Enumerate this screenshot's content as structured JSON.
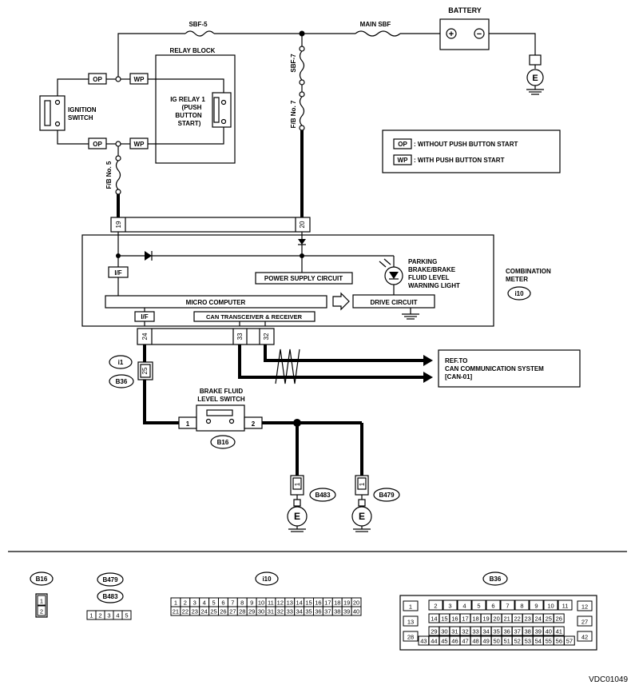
{
  "fuses": {
    "sbf5": "SBF-5",
    "main_sbf": "MAIN SBF",
    "sbf7": "SBF-7",
    "fb7": "F/B No. 7",
    "fb5": "F/B No. 5"
  },
  "battery": {
    "label": "BATTERY",
    "plus": "+",
    "minus": "−"
  },
  "relay_block": {
    "title": "RELAY BLOCK",
    "relay_lines": [
      "IG RELAY 1",
      "(PUSH",
      "BUTTON",
      "START)"
    ]
  },
  "ignition": {
    "lines": [
      "IGNITION",
      "SWITCH"
    ]
  },
  "tags": {
    "op": "OP",
    "wp": "WP",
    "if": "I/F",
    "e": "E"
  },
  "legend": {
    "op_text": ": WITHOUT PUSH BUTTON START",
    "wp_text": ": WITH PUSH BUTTON START"
  },
  "meter": {
    "power_supply": "POWER SUPPLY CIRCUIT",
    "micro_computer": "MICRO COMPUTER",
    "drive_circuit": "DRIVE CIRCUIT",
    "can": "CAN TRANSCEIVER & RECEIVER",
    "warning_lines": [
      "PARKING",
      "BRAKE/BRAKE",
      "FLUID LEVEL",
      "WARNING LIGHT"
    ],
    "name_lines": [
      "COMBINATION",
      "METER"
    ],
    "conn": "i10"
  },
  "pins": {
    "p19": "19",
    "p20": "20",
    "p24": "24",
    "p33": "33",
    "p32": "32",
    "p25": "25",
    "p1": "1",
    "p2": "2"
  },
  "connectors": {
    "i1": "i1",
    "b36": "B36",
    "b16": "B16",
    "b483": "B483",
    "b479": "B479",
    "i10": "i10"
  },
  "brake_switch": {
    "lines": [
      "BRAKE FLUID",
      "LEVEL SWITCH"
    ]
  },
  "ref": {
    "lines": [
      "REF.TO",
      "CAN COMMUNICATION SYSTEM",
      "[CAN-01]"
    ]
  },
  "diagram_code": "VDC01049",
  "pin_grids": {
    "b16": [
      "1",
      "2"
    ],
    "b479": [
      "1",
      "2",
      "3",
      "4",
      "5"
    ],
    "i10_top": [
      "1",
      "2",
      "3",
      "4",
      "5",
      "6",
      "7",
      "8",
      "9",
      "10",
      "11",
      "12",
      "13",
      "14",
      "15",
      "16",
      "17",
      "18",
      "19",
      "20"
    ],
    "i10_bottom": [
      "21",
      "22",
      "23",
      "24",
      "25",
      "26",
      "27",
      "28",
      "29",
      "30",
      "31",
      "32",
      "33",
      "34",
      "35",
      "36",
      "37",
      "38",
      "39",
      "40"
    ],
    "b36_r1": [
      "2",
      "3",
      "4",
      "5",
      "6",
      "7",
      "8",
      "9",
      "10",
      "11"
    ],
    "b36_r2": [
      "14",
      "15",
      "16",
      "17",
      "18",
      "19",
      "20",
      "21",
      "22",
      "23",
      "24",
      "25",
      "26"
    ],
    "b36_r3": [
      "29",
      "30",
      "31",
      "32",
      "33",
      "34",
      "35",
      "36",
      "37",
      "38",
      "39",
      "40",
      "41"
    ],
    "b36_r4": [
      "43",
      "44",
      "45",
      "46",
      "47",
      "48",
      "49",
      "50",
      "51",
      "52",
      "53",
      "54",
      "55",
      "56",
      "57"
    ],
    "b36_side_left": [
      "1",
      "13",
      "28"
    ],
    "b36_side_right": [
      "12",
      "27",
      "42"
    ]
  }
}
